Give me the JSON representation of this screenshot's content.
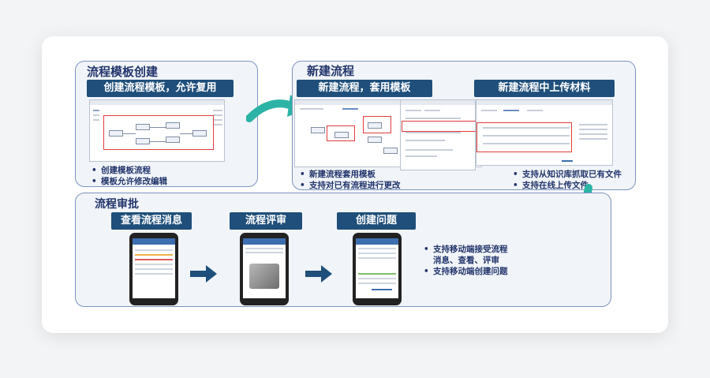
{
  "panel_template": {
    "title": "流程模板创建",
    "banner": "创建流程模板，允许复用",
    "bullets": [
      "创建模板流程",
      "模板允许修改编辑"
    ]
  },
  "panel_new": {
    "title": "新建流程",
    "banner_left": "新建流程，套用模板",
    "banner_right": "新建流程中上传材料",
    "bullets_left": [
      "新建流程套用模板",
      "支持对已有流程进行更改"
    ],
    "bullets_right": [
      "支持从知识库抓取已有文件",
      "支持在线上传文件"
    ]
  },
  "panel_approval": {
    "title": "流程审批",
    "steps": [
      "查看流程消息",
      "流程评审",
      "创建问题"
    ],
    "bullets": [
      "支持移动端接受流程\n消息、查看、评审",
      "支持移动端创建问题"
    ]
  },
  "colors": {
    "banner": "#1f4f7a",
    "border": "#7d93c2",
    "teal_arrow": "#2bb3a6",
    "blue_arrow": "#1f4f7a",
    "highlight": "#e23b3b"
  }
}
